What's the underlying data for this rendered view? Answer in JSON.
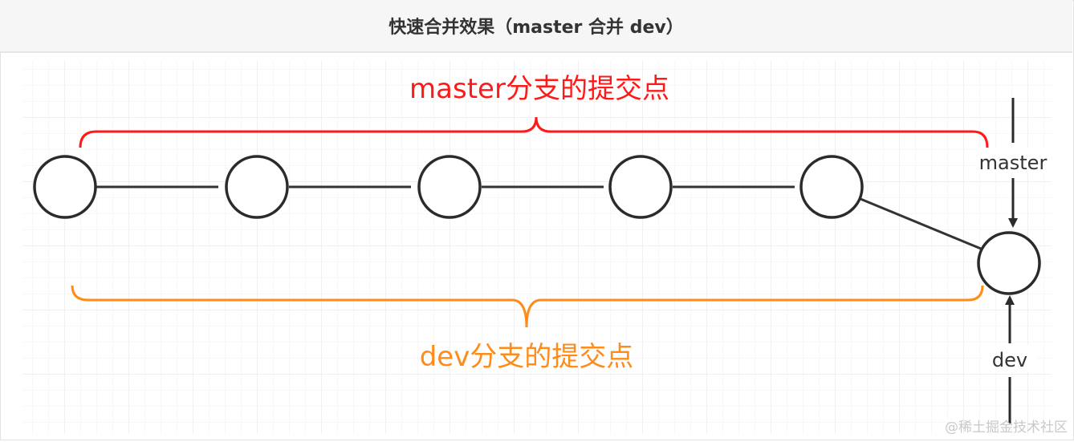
{
  "header": {
    "title": "快速合并效果（master 合并 dev）"
  },
  "diagram": {
    "master_brace_label": "master分支的提交点",
    "dev_brace_label": "dev分支的提交点",
    "master_pointer_label": "master",
    "dev_pointer_label": "dev",
    "commit_count": 6,
    "colors": {
      "master_brace": "#ff1a1a",
      "dev_brace": "#ff8c1a",
      "node_stroke": "#2b2b2b",
      "edge": "#333333",
      "grid": "#ececec"
    }
  },
  "watermark": {
    "text": "@稀土掘金技术社区"
  }
}
